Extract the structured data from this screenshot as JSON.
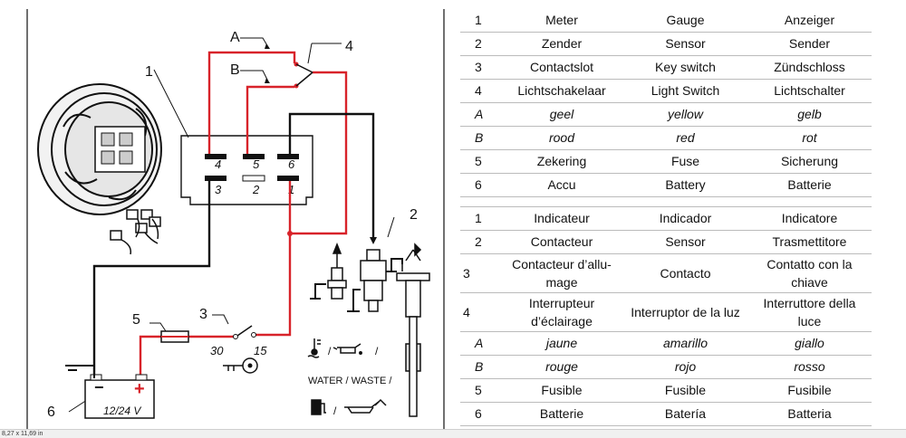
{
  "diagram": {
    "labels": {
      "part1": "1",
      "part2": "2",
      "part3": "3",
      "part4": "4",
      "part5": "5",
      "part6": "6",
      "wireA": "A",
      "wireB": "B",
      "pin4": "4",
      "pin5": "5",
      "pin6": "6",
      "pin3": "3",
      "pin2": "2",
      "pin1": "1",
      "key30": "30",
      "key15": "15",
      "voltage": "12/24 V",
      "water_waste": "WATER / WASTE /",
      "minus": "−",
      "plus": "+"
    },
    "colors": {
      "red": "#d8232a",
      "black": "#111111"
    }
  },
  "table": {
    "group1": [
      {
        "n": "1",
        "a": "Meter",
        "b": "Gauge",
        "c": "Anzeiger",
        "italic": false
      },
      {
        "n": "2",
        "a": "Zender",
        "b": "Sensor",
        "c": "Sender",
        "italic": false
      },
      {
        "n": "3",
        "a": "Contactslot",
        "b": "Key switch",
        "c": "Zündschloss",
        "italic": false
      },
      {
        "n": "4",
        "a": "Lichtschakelaar",
        "b": "Light Switch",
        "c": "Lichtschalter",
        "italic": false
      },
      {
        "n": "A",
        "a": "geel",
        "b": "yellow",
        "c": "gelb",
        "italic": true
      },
      {
        "n": "B",
        "a": "rood",
        "b": "red",
        "c": "rot",
        "italic": true
      },
      {
        "n": "5",
        "a": "Zekering",
        "b": "Fuse",
        "c": "Sicherung",
        "italic": false
      },
      {
        "n": "6",
        "a": "Accu",
        "b": "Battery",
        "c": "Batterie",
        "italic": false
      }
    ],
    "group2": [
      {
        "n": "1",
        "a": "Indicateur",
        "b": "Indicador",
        "c": "Indicatore",
        "italic": false
      },
      {
        "n": "2",
        "a": "Contacteur",
        "b": "Sensor",
        "c": "Trasmettitore",
        "italic": false
      },
      {
        "n": "3",
        "a": "Contacteur d’allu-mage",
        "b": "Contacto",
        "c": "Contatto con la chiave",
        "italic": false
      },
      {
        "n": "4",
        "a": "Interrupteur d’éclairage",
        "b": "Interruptor de la luz",
        "c": "Interruttore della luce",
        "italic": false
      },
      {
        "n": "A",
        "a": "jaune",
        "b": "amarillo",
        "c": "giallo",
        "italic": true
      },
      {
        "n": "B",
        "a": "rouge",
        "b": "rojo",
        "c": "rosso",
        "italic": true
      },
      {
        "n": "5",
        "a": "Fusible",
        "b": "Fusible",
        "c": "Fusibile",
        "italic": false
      },
      {
        "n": "6",
        "a": "Batterie",
        "b": "Batería",
        "c": "Batteria",
        "italic": false
      }
    ]
  },
  "status_bar": {
    "page_size": "8,27 x 11,69 in"
  }
}
